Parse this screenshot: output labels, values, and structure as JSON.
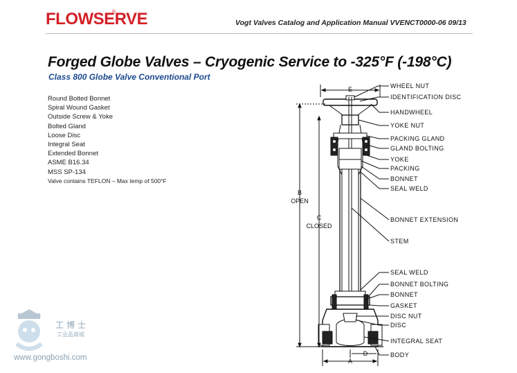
{
  "header": {
    "brand": "FLOWSERVE",
    "catalog_line": "Vogt Valves Catalog and Application Manual  VVENCT0000-06  09/13"
  },
  "title": "Forged Globe Valves – Cryogenic Service to -325°F (-198°C)",
  "subtitle": "Class 800 Globe Valve Conventional Port",
  "features": [
    "Round Bolted Bonnet",
    "Spiral Wound Gasket",
    "Outside Screw & Yoke",
    "Bolted Gland",
    "Loose Disc",
    "Integral Seat",
    "Extended Bonnet",
    "ASME B16.34",
    "MSS SP-134",
    "Valve contains TEFLON – Max temp of 500°F"
  ],
  "diagram": {
    "callouts": [
      "WHEEL NUT",
      "IDENTIFICATION DISC",
      "HANDWHEEL",
      "YOKE NUT",
      "PACKING GLAND",
      "GLAND BOLTING",
      "YOKE",
      "PACKING",
      "BONNET",
      "SEAL WELD",
      "BONNET EXTENSION",
      "STEM",
      "SEAL WELD",
      "BONNET BOLTING",
      "BONNET",
      "GASKET",
      "DISC NUT",
      "DISC",
      "INTEGRAL SEAT",
      "BODY"
    ],
    "dimensions": {
      "e": "E",
      "b": "B",
      "b_note": "OPEN",
      "c": "C",
      "c_note": "CLOSED",
      "a": "A",
      "d": "D"
    }
  },
  "watermark": {
    "chinese_name": "工博士",
    "chinese_sub": "工业品商城",
    "url": "www.gongboshi.com"
  }
}
